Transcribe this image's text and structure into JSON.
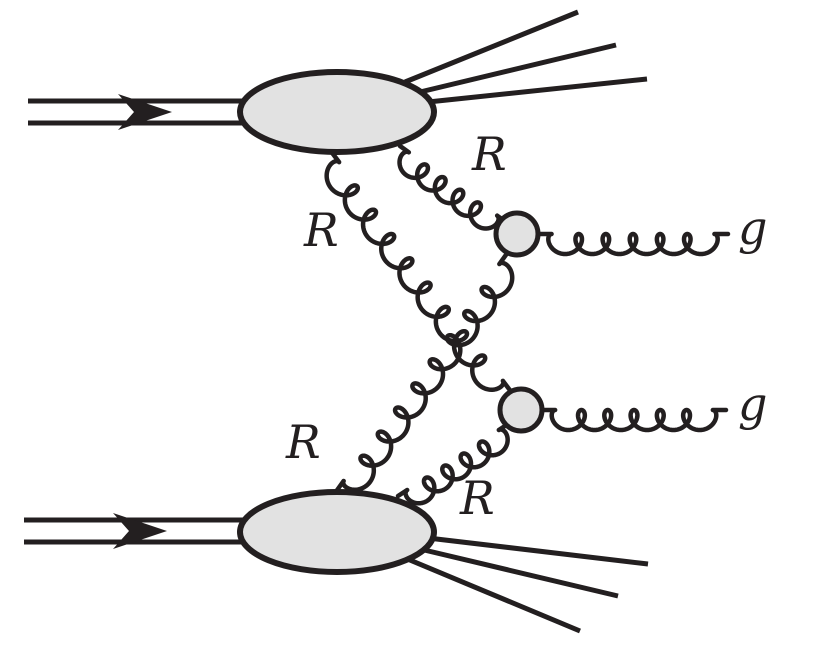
{
  "labels": {
    "r_top_right": "R",
    "r_top_left": "R",
    "r_bottom_left": "R",
    "r_bottom_right": "R",
    "g_top": "g",
    "g_bottom": "g"
  },
  "colors": {
    "stroke": "#231f20",
    "blob_fill": "#e2e2e2",
    "background": "#ffffff"
  }
}
